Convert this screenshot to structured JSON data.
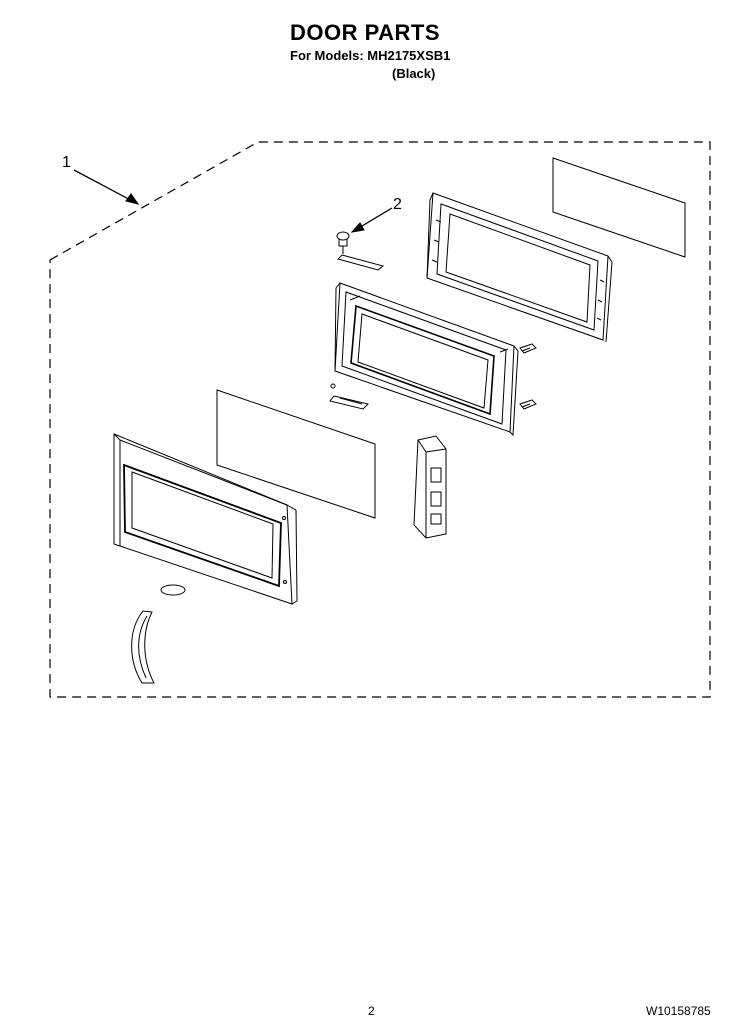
{
  "header": {
    "title": "DOOR PARTS",
    "models": "For Models: MH2175XSB1",
    "variant": "(Black)"
  },
  "callouts": {
    "door_assembly": "1",
    "screw": "2"
  },
  "footer": {
    "page_number": "2",
    "document_number": "W10158785"
  }
}
